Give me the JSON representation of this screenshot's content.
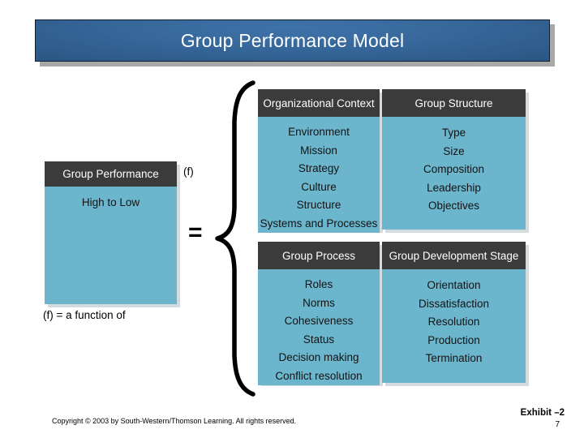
{
  "slide": {
    "title": "Group Performance Model",
    "equals_symbol": "=",
    "function_marker": "(f)",
    "function_legend": "(f) = a function of"
  },
  "left_box": {
    "header": "Group Performance",
    "items": [
      "High to Low"
    ]
  },
  "quadrants": [
    {
      "header": "Organizational Context",
      "items": [
        "Environment",
        "Mission",
        "Strategy",
        "Culture",
        "Structure",
        "Systems and Processes"
      ]
    },
    {
      "header": "Group Structure",
      "items": [
        "Type",
        "Size",
        "Composition",
        "Leadership",
        "Objectives"
      ]
    },
    {
      "header": "Group Process",
      "items": [
        "Roles",
        "Norms",
        "Cohesiveness",
        "Status",
        "Decision making",
        "Conflict resolution"
      ]
    },
    {
      "header": "Group Development Stage",
      "items": [
        "Orientation",
        "Dissatisfaction",
        "Resolution",
        "Production",
        "Termination"
      ]
    }
  ],
  "footer": {
    "copyright": "Copyright © 2003 by South-Western/Thomson Learning. All rights reserved.",
    "exhibit": "Exhibit –2",
    "page_number": "7"
  },
  "colors": {
    "title_blue": "#36679a",
    "header_dark": "#3b3b3b",
    "body_blue": "#6bb5cd",
    "shadow_grey": "#a8a8a8"
  }
}
